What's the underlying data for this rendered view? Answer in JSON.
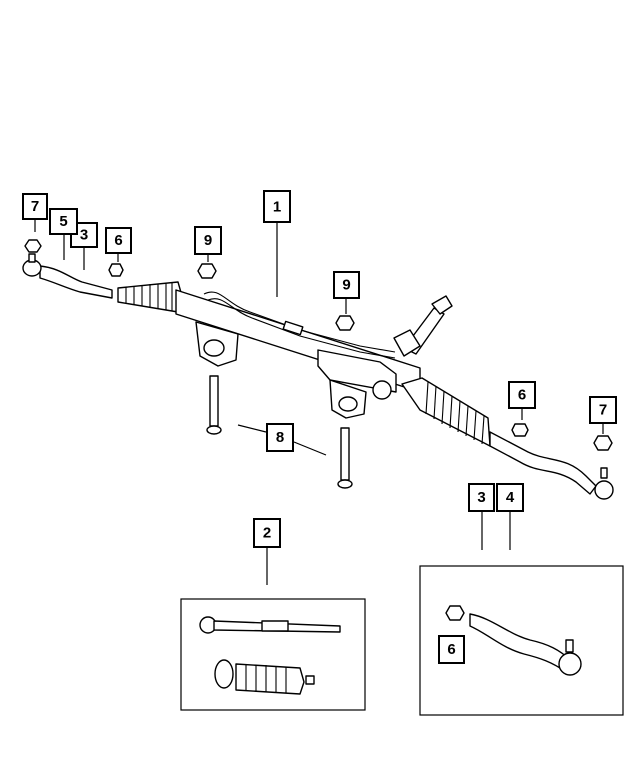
{
  "diagram": {
    "type": "exploded parts diagram",
    "subject": "steering rack and pinion assembly",
    "line_color": "#000000",
    "background": "#ffffff"
  },
  "callouts": [
    {
      "id": "c1",
      "label": "1"
    },
    {
      "id": "c2",
      "label": "2"
    },
    {
      "id": "c3a",
      "label": "3"
    },
    {
      "id": "c3b",
      "label": "3"
    },
    {
      "id": "c4",
      "label": "4"
    },
    {
      "id": "c5",
      "label": "5"
    },
    {
      "id": "c6a",
      "label": "6"
    },
    {
      "id": "c6b",
      "label": "6"
    },
    {
      "id": "c6c",
      "label": "6"
    },
    {
      "id": "c7a",
      "label": "7"
    },
    {
      "id": "c7b",
      "label": "7"
    },
    {
      "id": "c8",
      "label": "8"
    },
    {
      "id": "c9a",
      "label": "9"
    },
    {
      "id": "c9b",
      "label": "9"
    }
  ]
}
